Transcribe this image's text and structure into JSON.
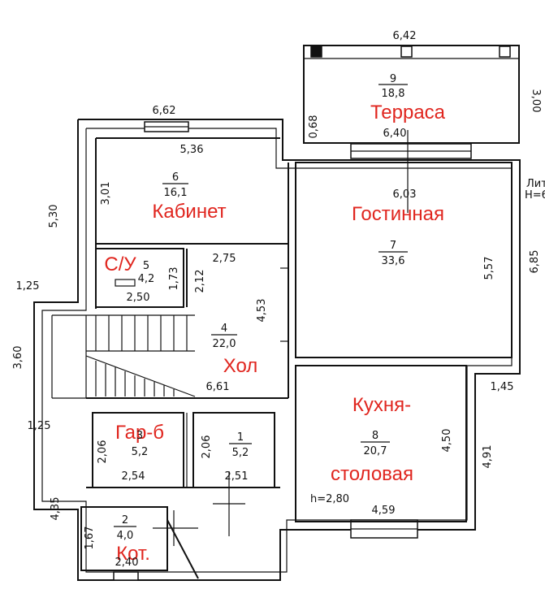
{
  "rooms": {
    "terrace": {
      "num": "9",
      "area": "18,8",
      "name": "Терраса"
    },
    "office": {
      "num": "6",
      "area": "16,1",
      "name": "Кабинет"
    },
    "living": {
      "num": "7",
      "area": "33,6",
      "name": "Гостинная"
    },
    "bath": {
      "num": "5",
      "area": "4,2",
      "name": "С/У"
    },
    "hall": {
      "num": "4",
      "area": "22,0",
      "name": "Хол"
    },
    "wardrobe": {
      "num": "3",
      "area": "5,2",
      "name": "Гар-б"
    },
    "room1": {
      "num": "1",
      "area": "5,2"
    },
    "kitchen": {
      "num": "8",
      "area": "20,7",
      "name_1": "Кухня-",
      "name_2": "столовая"
    },
    "boiler": {
      "num": "2",
      "area": "4,0",
      "name": "Кот."
    }
  },
  "dimensions": {
    "terrace_top": "6,42",
    "terrace_right": "3,00",
    "terrace_left": "0,68",
    "terrace_bottom": "6,40",
    "top_left": "6,62",
    "office_width": "5,36",
    "office_height": "3,01",
    "living_width": "6,03",
    "living_height": "5,57",
    "right_total": "6,85",
    "left_upper": "5,30",
    "step_upper": "1,25",
    "left_mid": "3,60",
    "step_lower": "1,25",
    "left_lower": "4,35",
    "bath_width": "2,50",
    "bath_height": "1,73",
    "hall_seg_width": "2,75",
    "hall_seg_height": "2,12",
    "hall_height": "4,53",
    "hall_width": "6,61",
    "kitchen_step": "1,45",
    "kitchen_height": "4,50",
    "right_lower": "4,91",
    "kitchen_width": "4,59",
    "ceiling_height": "h=2,80",
    "wardrobe_height": "2,06",
    "wardrobe_width": "2,54",
    "room1_height": "2,06",
    "room1_width": "2,51",
    "boiler_height": "1,67",
    "boiler_width": "2,40"
  },
  "edge_note": {
    "line1": "Лит",
    "line2": "Н=6"
  }
}
